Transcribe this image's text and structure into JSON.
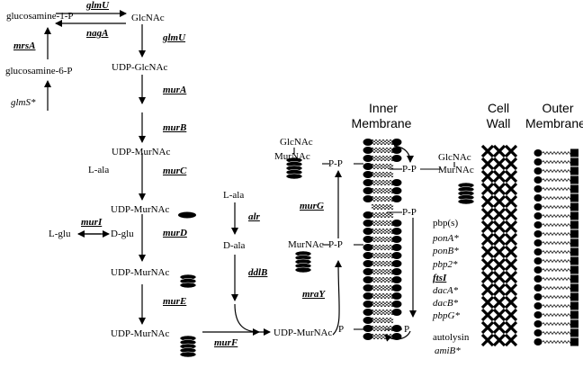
{
  "metabolites": {
    "glcn1p": "glucosamine-1-P",
    "glcn6p": "glucosamine-6-P",
    "glcnac": "GlcNAc",
    "udp_glcnac": "UDP-GlcNAc",
    "udp_murnac_1": "UDP-MurNAc",
    "udp_murnac_2": "UDP-MurNAc",
    "udp_murnac_3": "UDP-MurNAc",
    "udp_murnac_4": "UDP-MurNAc",
    "udp_murnac_5": "UDP-MurNAc",
    "l_ala_1": "L-ala",
    "l_ala_2": "L-ala",
    "d_ala": "D-ala",
    "l_glu": "L-glu",
    "d_glu": "D-glu"
  },
  "enzymes": {
    "glmU_top": "glmU",
    "nagA": "nagA",
    "mrsA": "mrsA",
    "glmS": "glmS*",
    "glmU": "glmU",
    "murA": "murA",
    "murB": "murB",
    "murC": "murC",
    "murI": "murI",
    "murD": "murD",
    "murE": "murE",
    "murF": "murF",
    "alr": "alr",
    "ddlB": "ddlB",
    "murG": "murG",
    "mraY": "mraY"
  },
  "lipid": {
    "glcnac_1": "GlcNAc",
    "murnac_1": "MurNAc",
    "pp_1": "P-P",
    "murnac_2": "MurNAc",
    "pp_2": "P-P",
    "glcnac_3": "GlcNAc",
    "murnac_3": "MurNAc",
    "pp_3": "P-P",
    "pp_4": "P-P",
    "p_right": "P",
    "p_left": "P"
  },
  "pbps": {
    "header": "pbp(s)",
    "ponA": "ponA*",
    "ponB": "ponB*",
    "pbp2": "pbp2*",
    "ftsI": "ftsI",
    "dacA": "dacA*",
    "dacB": "dacB*",
    "pbpG": "pbpG*",
    "autolysin": "autolysin",
    "amiB": "amiB*"
  },
  "headers": {
    "inner_1": "Inner",
    "inner_2": "Membrane",
    "cell_1": "Cell",
    "cell_2": "Wall",
    "outer_1": "Outer",
    "outer_2": "Membrane"
  }
}
